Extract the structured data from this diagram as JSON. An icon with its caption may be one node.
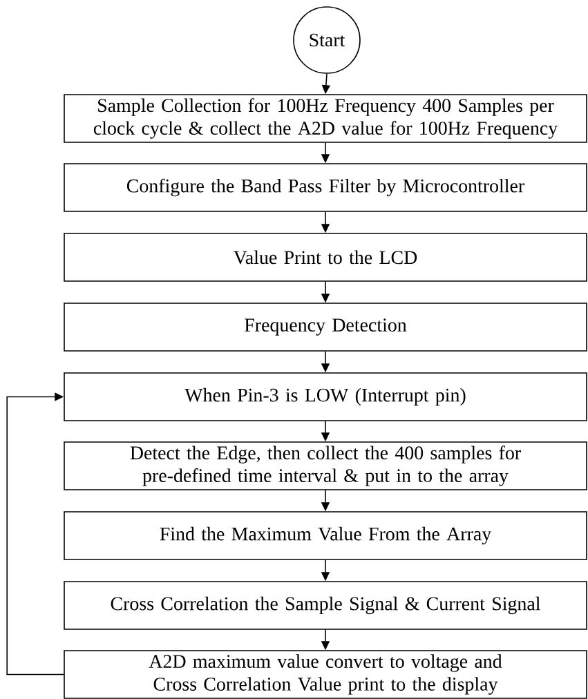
{
  "diagram": {
    "nodes": [
      {
        "text": [
          "Start"
        ]
      },
      {
        "text": [
          "Sample Collection for 100Hz Frequency 400 Samples per clock cycle & collect the A2D value for 100Hz Frequency"
        ]
      },
      {
        "text": [
          "Configure the Band Pass Filter by Microcontroller"
        ]
      },
      {
        "text": [
          "Value Print to the LCD"
        ]
      },
      {
        "text": [
          "Frequency Detection"
        ]
      },
      {
        "text": [
          "When Pin-3 is LOW (Interrupt pin)"
        ]
      },
      {
        "text": [
          "Detect the Edge, then collect the 400 samples for pre-defined time interval & put in to the array"
        ]
      },
      {
        "text": [
          "Find the Maximum Value From the Array"
        ]
      },
      {
        "text": [
          "Cross Correlation the Sample Signal & Current Signal"
        ]
      },
      {
        "text": [
          "A2D maximum value convert to voltage and Cross Correlation Value print to the display"
        ]
      }
    ],
    "edges": [
      {
        "from": 0,
        "to": 1,
        "arrow": "to"
      },
      {
        "from": 1,
        "to": 2,
        "arrow": "to"
      },
      {
        "from": 2,
        "to": 3,
        "arrow": "to"
      },
      {
        "from": 3,
        "to": 4,
        "arrow": "to"
      },
      {
        "from": 4,
        "to": 5,
        "arrow": "to"
      },
      {
        "from": 5,
        "to": 6,
        "arrow": "to"
      },
      {
        "from": 6,
        "to": 7,
        "arrow": "to"
      },
      {
        "from": 7,
        "to": 8,
        "arrow": "to"
      },
      {
        "from": 8,
        "to": 9,
        "arrow": "to"
      },
      {
        "from": 9,
        "to": 5,
        "arrow": "to"
      }
    ]
  }
}
